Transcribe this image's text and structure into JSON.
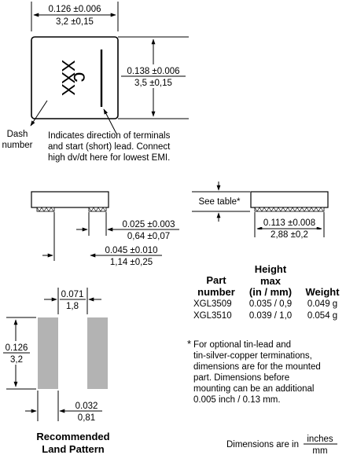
{
  "top_view": {
    "width_in": "0.126 ±0.006",
    "width_mm": "3,2 ±0,15",
    "height_in": "0.138 ±0.006",
    "height_mm": "3,5 ±0,15",
    "marking_dash": "XXX",
    "marking_c": "c",
    "dash_label_1": "Dash",
    "dash_label_2": "number",
    "note_line_1": "Indicates direction of terminals",
    "note_line_2": "and start (short) lead. Connect",
    "note_line_3": "high dv/dt here for lowest EMI."
  },
  "side_view_left": {
    "terminal_in": "0.025 ±0.003",
    "terminal_mm": "0,64 ±0,07",
    "span_in": "0.045 ±0.010",
    "span_mm": "1,14 ±0,25"
  },
  "side_view_right": {
    "see_table": "See table*",
    "width_in": "0.113 ±0.008",
    "width_mm": "2,88 ±0,2"
  },
  "land_pattern": {
    "gap_in": "0.071",
    "gap_mm": "1,8",
    "height_in": "0.126",
    "height_mm": "3,2",
    "pad_in": "0.032",
    "pad_mm": "0,81",
    "title_1": "Recommended",
    "title_2": "Land Pattern"
  },
  "table": {
    "col_part_1": "Part",
    "col_part_2": "number",
    "col_height_1": "Height",
    "col_height_2": "max",
    "col_height_3": "(in / mm)",
    "col_weight": "Weight",
    "rows": [
      {
        "part": "XGL3509",
        "height": "0.035 / 0,9",
        "weight": "0.049 g"
      },
      {
        "part": "XGL3510",
        "height": "0.039 / 1,0",
        "weight": "0.054 g"
      }
    ]
  },
  "footnote": {
    "star": "*",
    "line_1": "For optional tin-lead and",
    "line_2": "tin-silver-copper terminations,",
    "line_3": "dimensions are for the mounted",
    "line_4": "part. Dimensions before",
    "line_5": "mounting can be an additional",
    "line_6": "0.005 inch / 0.13 mm."
  },
  "units_note": {
    "prefix": "Dimensions are in",
    "numerator": "inches",
    "denominator": "mm"
  },
  "colors": {
    "pad": "#b3b3b3",
    "line": "#000000"
  }
}
